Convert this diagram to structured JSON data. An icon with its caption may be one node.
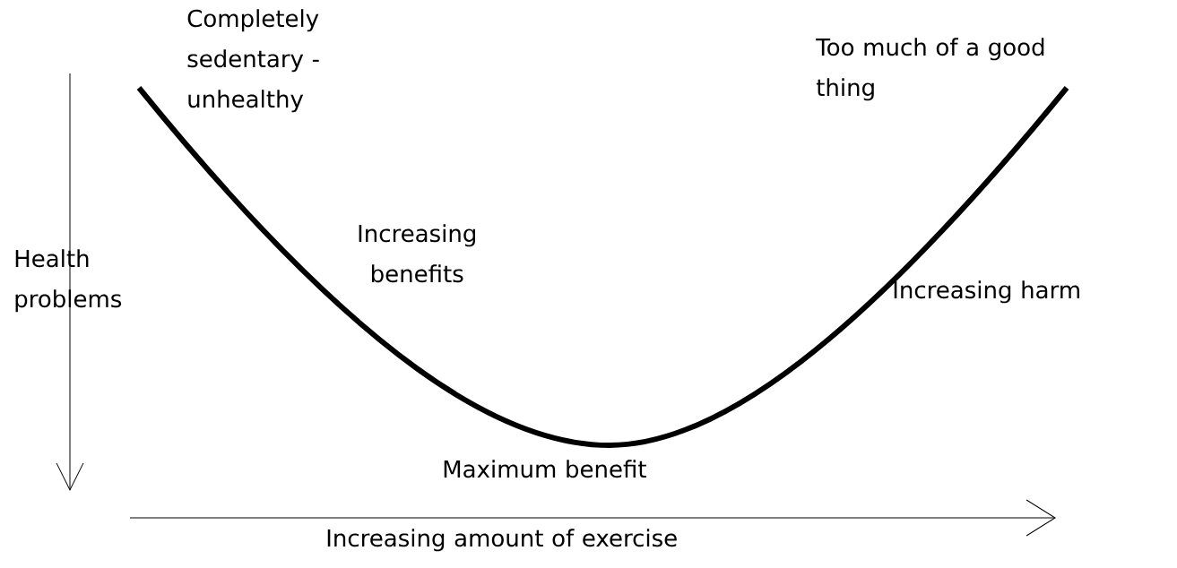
{
  "diagram": {
    "labels": [
      "Completely sedentary - unhealthy",
      "Too much of a good thing",
      "Health problems",
      "Increasing benefits",
      "Increasing harm",
      "Maximum benefit",
      "Increasing amount of exercise"
    ]
  }
}
